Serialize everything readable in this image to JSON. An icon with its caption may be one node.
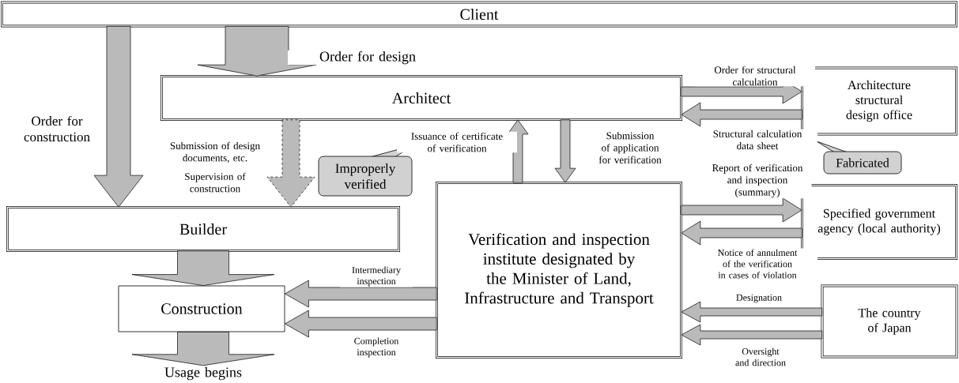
{
  "diagram": {
    "nodes": [
      {
        "text": [
          "Client"
        ]
      },
      {
        "text": [
          "Architect"
        ]
      },
      {
        "text": [
          "Architecture structural design office"
        ]
      },
      {
        "text": [
          "Builder"
        ]
      },
      {
        "text": [
          "Verification and inspection institute designated by the Minister of Land, Infrastructure and Transport"
        ]
      },
      {
        "text": [
          "Specified government agency (local authority)"
        ]
      },
      {
        "text": [
          "Construction"
        ]
      },
      {
        "text": [
          "The country of Japan"
        ]
      },
      {
        "text": [
          "Usage begins"
        ]
      },
      {
        "text": [
          "Improperly verified"
        ]
      },
      {
        "text": [
          "Fabricated"
        ]
      }
    ],
    "edges": [
      {
        "from": 0,
        "to": 1,
        "arrow": "to",
        "label": "Order for design"
      },
      {
        "from": 0,
        "to": 3,
        "arrow": "to",
        "label": "Order for construction"
      },
      {
        "from": 1,
        "to": 3,
        "arrow": "to",
        "label": "Submission of design documents, etc.",
        "style": "dashed"
      },
      {
        "from": 4,
        "to": 1,
        "arrow": "to",
        "label": "Issuance of certificate of verification"
      },
      {
        "from": 1,
        "to": 4,
        "arrow": "to",
        "label": "Submission of application for verification"
      },
      {
        "from": 1,
        "to": 2,
        "arrow": "to",
        "label": "Order for structural calculation"
      },
      {
        "from": 2,
        "to": 1,
        "arrow": "to",
        "label": "Structural calculation data sheet"
      },
      {
        "from": 4,
        "to": 5,
        "arrow": "to",
        "label": "Report of verification and inspection (summary)"
      },
      {
        "from": 5,
        "to": 4,
        "arrow": "to",
        "label": "Notice of annulment of the verification in cases of violation"
      },
      {
        "from": 4,
        "to": 6,
        "arrow": "to",
        "label": "Intermediary inspection"
      },
      {
        "from": 4,
        "to": 6,
        "arrow": "to",
        "label": "Completion inspection"
      },
      {
        "from": 7,
        "to": 4,
        "arrow": "to",
        "label": "Designation"
      },
      {
        "from": 7,
        "to": 4,
        "arrow": "to",
        "label": "Oversight and direction"
      },
      {
        "from": 3,
        "to": 6,
        "arrow": "to"
      },
      {
        "from": 6,
        "to": 8,
        "arrow": "to"
      }
    ],
    "labels": [
      "Supervision of construction"
    ]
  }
}
